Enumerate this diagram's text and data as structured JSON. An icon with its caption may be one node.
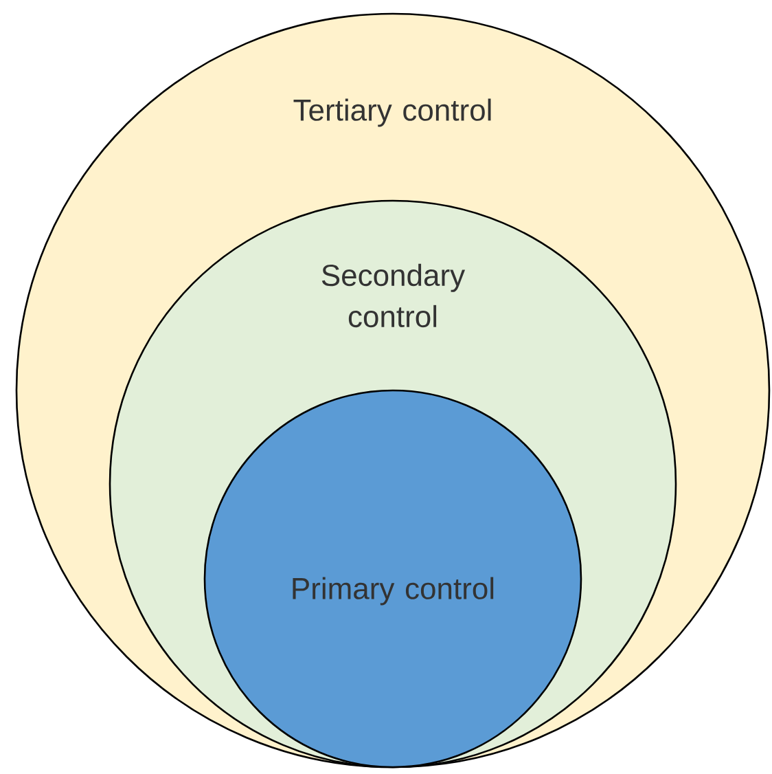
{
  "diagram": {
    "nodes": [
      {
        "text": [
          "Tertiary control"
        ]
      },
      {
        "text": [
          "Secondary control"
        ],
        "in": 0
      },
      {
        "text": [
          "Primary control"
        ],
        "in": 1
      }
    ]
  }
}
